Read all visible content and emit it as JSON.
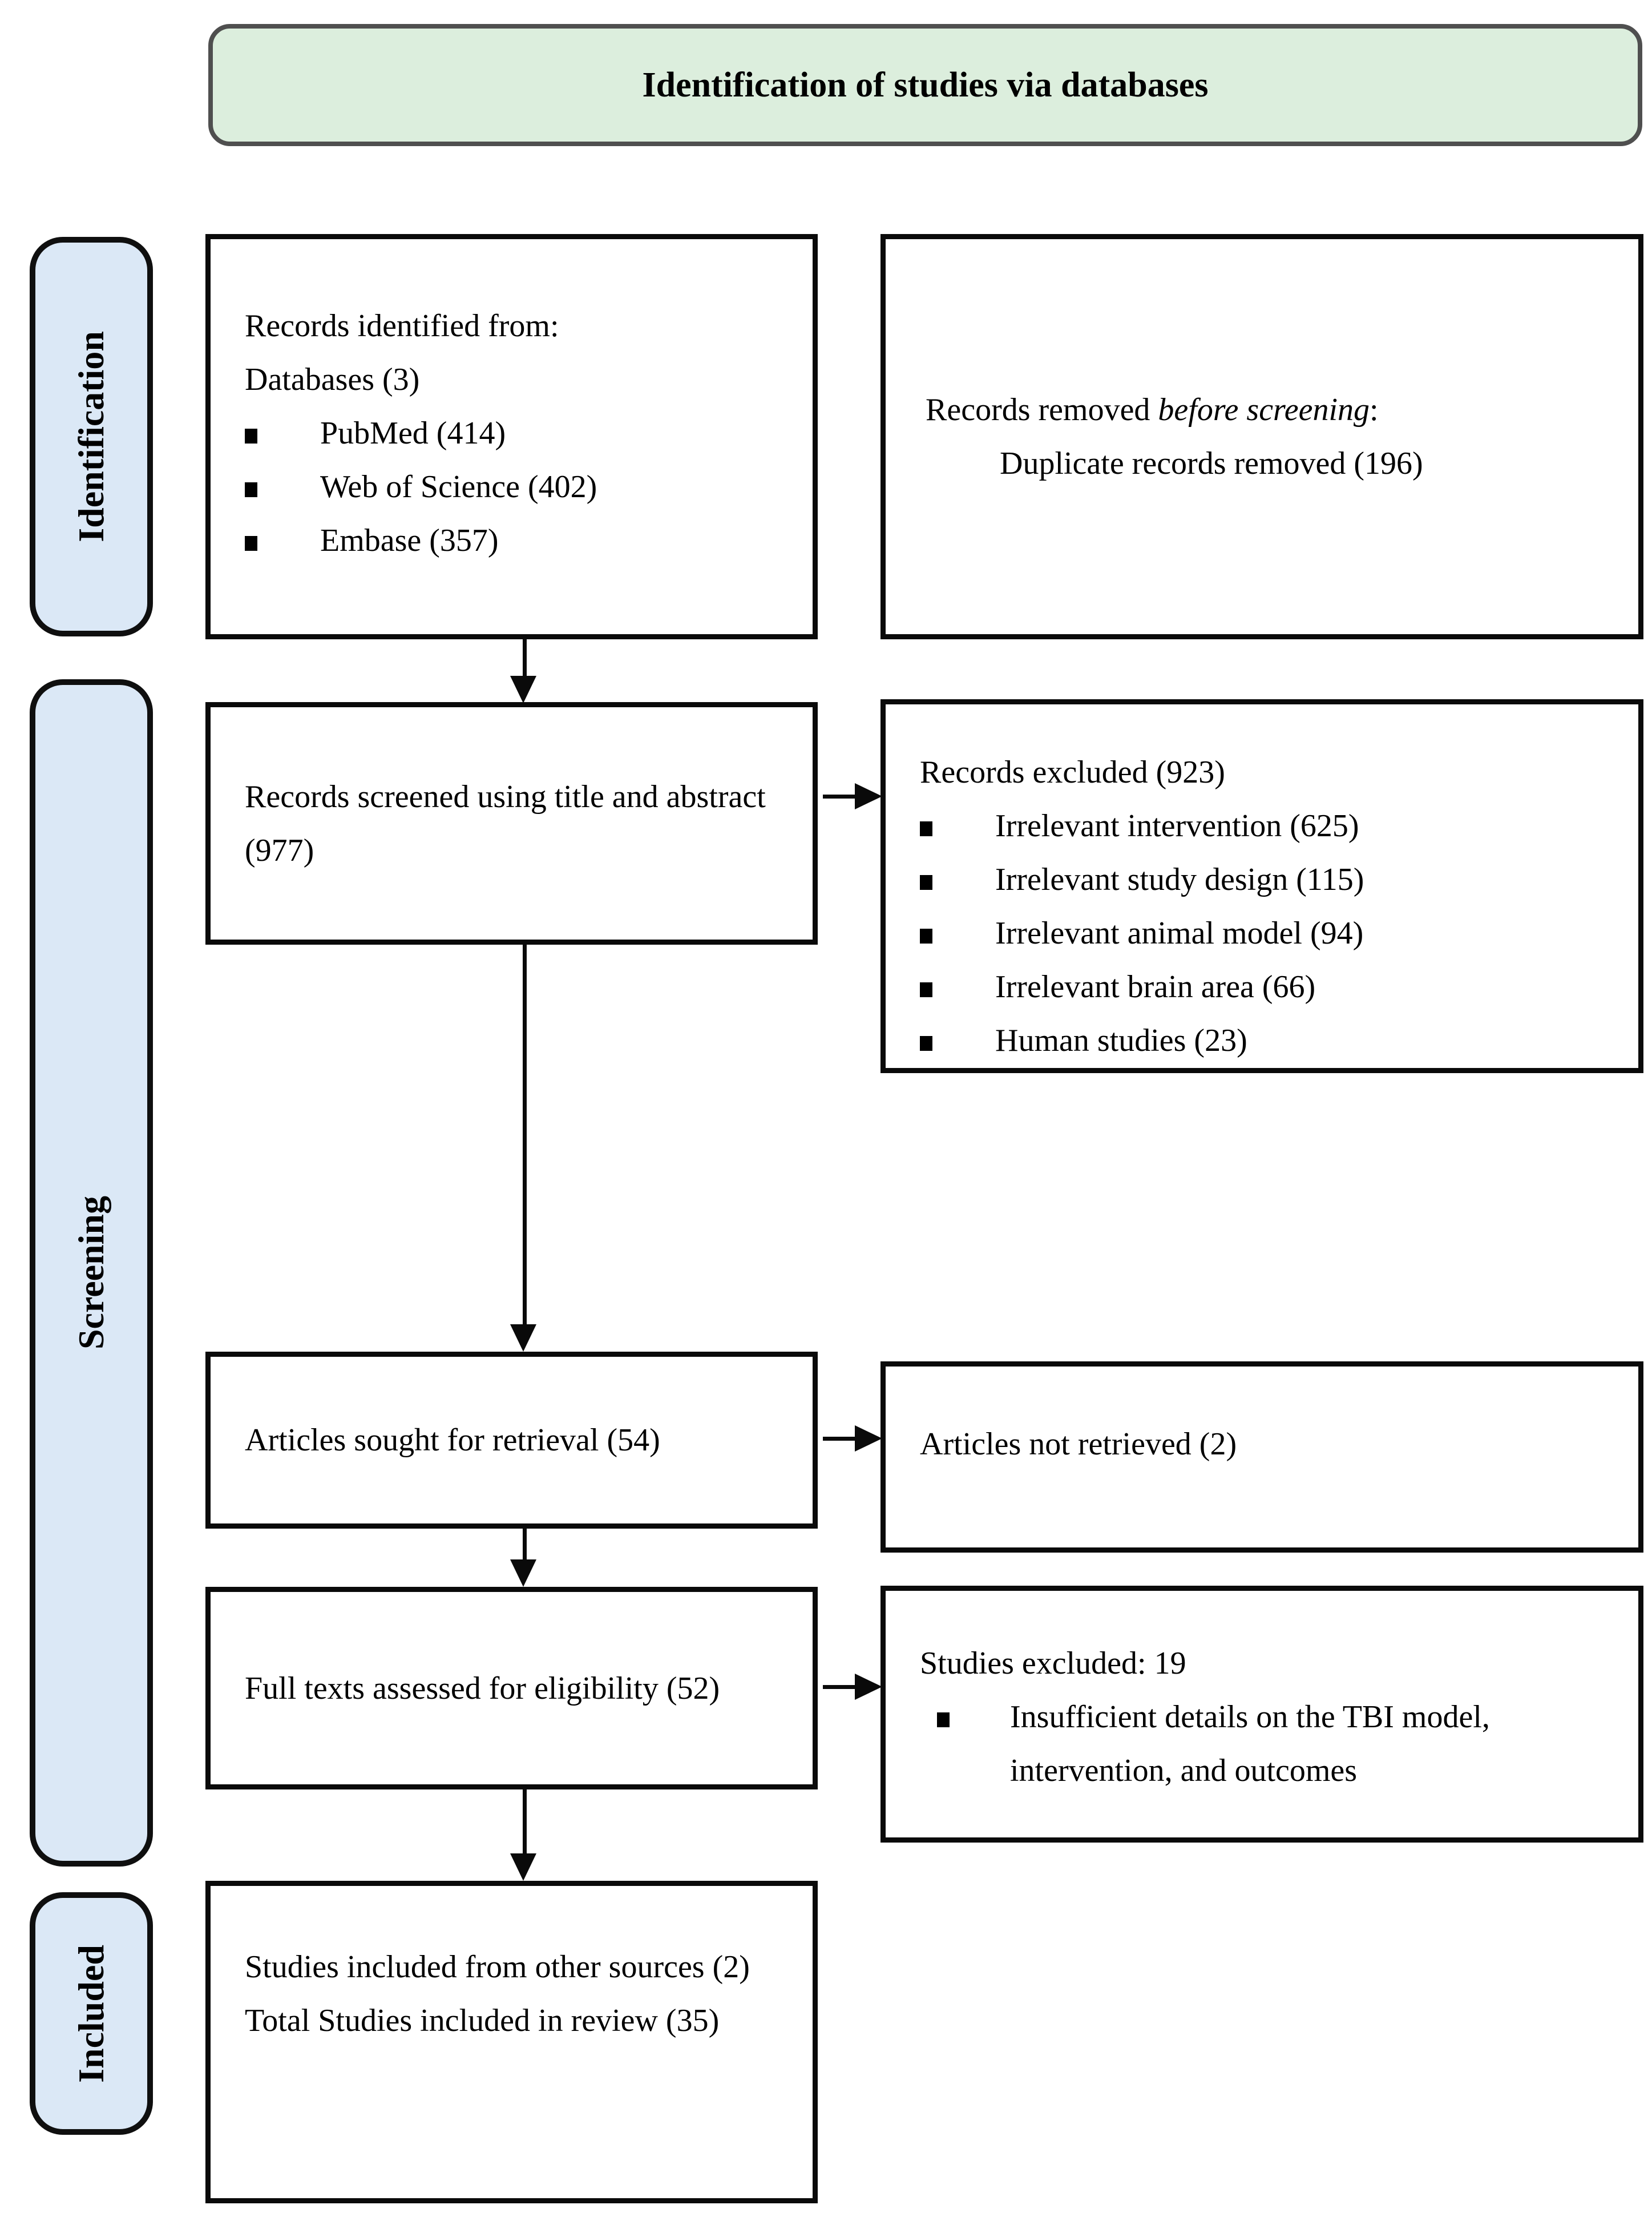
{
  "title": {
    "text": "Identification of studies via databases"
  },
  "colors": {
    "title_fill": "#dceedd",
    "title_border": "#4f4f4f",
    "sidebar_fill": "#dbe8f6",
    "box_border": "#0a0a0a",
    "background": "#ffffff",
    "text": "#000000"
  },
  "sidebar": {
    "items": [
      {
        "label": "Identification"
      },
      {
        "label": "Screening"
      },
      {
        "label": "Included"
      }
    ]
  },
  "boxes": {
    "records_identified": {
      "line1": "Records identified from:",
      "line2": "Databases (3)",
      "bullets": [
        "PubMed (414)",
        "Web of Science (402)",
        "Embase (357)"
      ]
    },
    "records_removed": {
      "prefix": "Records removed ",
      "italic": "before screening",
      "suffix": ":",
      "line2": "Duplicate records removed (196)"
    },
    "records_screened": {
      "text": "Records screened using title and abstract (977)"
    },
    "records_excluded": {
      "heading": "Records excluded (923)",
      "bullets": [
        "Irrelevant intervention (625)",
        "Irrelevant study design (115)",
        "Irrelevant animal model (94)",
        "Irrelevant brain area (66)",
        "Human studies (23)"
      ]
    },
    "articles_sought": {
      "text": "Articles sought for retrieval (54)"
    },
    "articles_not_retrieved": {
      "text": "Articles not retrieved (2)"
    },
    "full_texts": {
      "text": "Full texts assessed for eligibility (52)"
    },
    "studies_excluded": {
      "heading": "Studies excluded: 19",
      "bullets": [
        "Insufficient details on the TBI model, intervention, and outcomes"
      ]
    },
    "studies_included": {
      "line1": "Studies included from other sources (2)",
      "line2": "Total Studies included in review (35)"
    }
  }
}
